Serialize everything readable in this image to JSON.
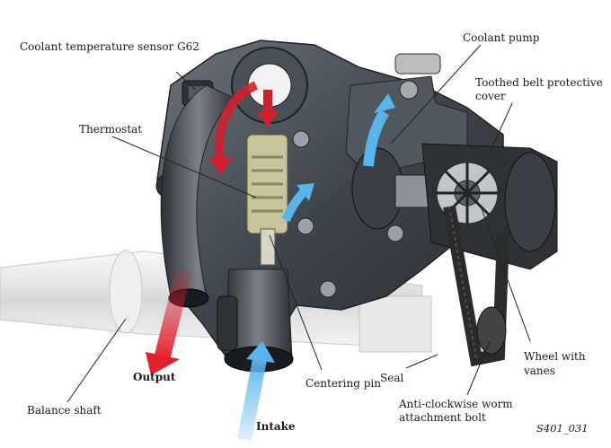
{
  "labels": {
    "coolant_temp_sensor": "Coolant temperature sensor G62",
    "coolant_pump": "Coolant pump",
    "toothed_belt_cover_line1": "Toothed belt protective",
    "toothed_belt_cover_line2": "cover",
    "thermostat": "Thermostat",
    "wheel_with_vanes_line1": "Wheel with",
    "wheel_with_vanes_line2": "vanes",
    "output": "Output",
    "centering_pin": "Centering pin",
    "seal": "Seal",
    "balance_shaft": "Balance shaft",
    "intake": "Intake",
    "worm_bolt_line1": "Anti-clockwise worm",
    "worm_bolt_line2": "attachment bolt",
    "figure_code": "S401_031"
  },
  "colors": {
    "housing_dark": "#3a3f45",
    "housing_light": "#8a9097",
    "hot_arrow": "#d21f2d",
    "cold_arrow": "#5ab4ec",
    "leader_line": "#222222",
    "belt": "#2b2b2b",
    "shaft": "#e6e6e6"
  }
}
